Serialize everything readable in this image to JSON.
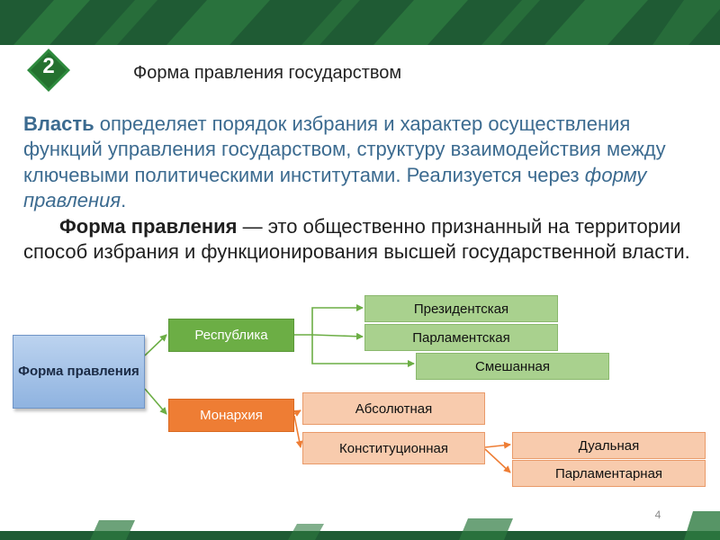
{
  "slide": {
    "badge_number": "2",
    "title": "Форма правления государством",
    "paragraph": {
      "p1_bold": "Власть",
      "p1_rest": " определяет порядок избрания и характер осуществления функций управления государством, структуру взаимодействия между ключевыми политическими институтами. Реализуется через ",
      "p1_italic": "форму правления",
      "p1_end": ".",
      "p2_bold": "Форма правления",
      "p2_rest": " — это общественно признанный на территории способ избрания и функционирования высшей государственной власти."
    },
    "page_number": "4"
  },
  "diagram": {
    "root": "Форма правления",
    "republic": {
      "label": "Республика",
      "children": [
        "Президентская",
        "Парламентская",
        "Смешанная"
      ]
    },
    "monarchy": {
      "label": "Монархия",
      "absolute": "Абсолютная",
      "constitutional": {
        "label": "Конституционная",
        "children": [
          "Дуальная",
          "Парламентарная"
        ]
      }
    }
  },
  "colors": {
    "banner_dark_green": "#1f5b34",
    "banner_light_green": "#2d7a40",
    "badge_green": "#2e8b3e",
    "text_highlight": "#3c6b90",
    "republic_fill": "#6cae45",
    "republic_child_fill": "#a9d18e",
    "monarchy_fill": "#ee7d34",
    "monarchy_child_fill": "#f8cbad",
    "root_fill": "#9dbde6",
    "connector_green": "#6cae45",
    "connector_orange": "#ee7d34"
  }
}
